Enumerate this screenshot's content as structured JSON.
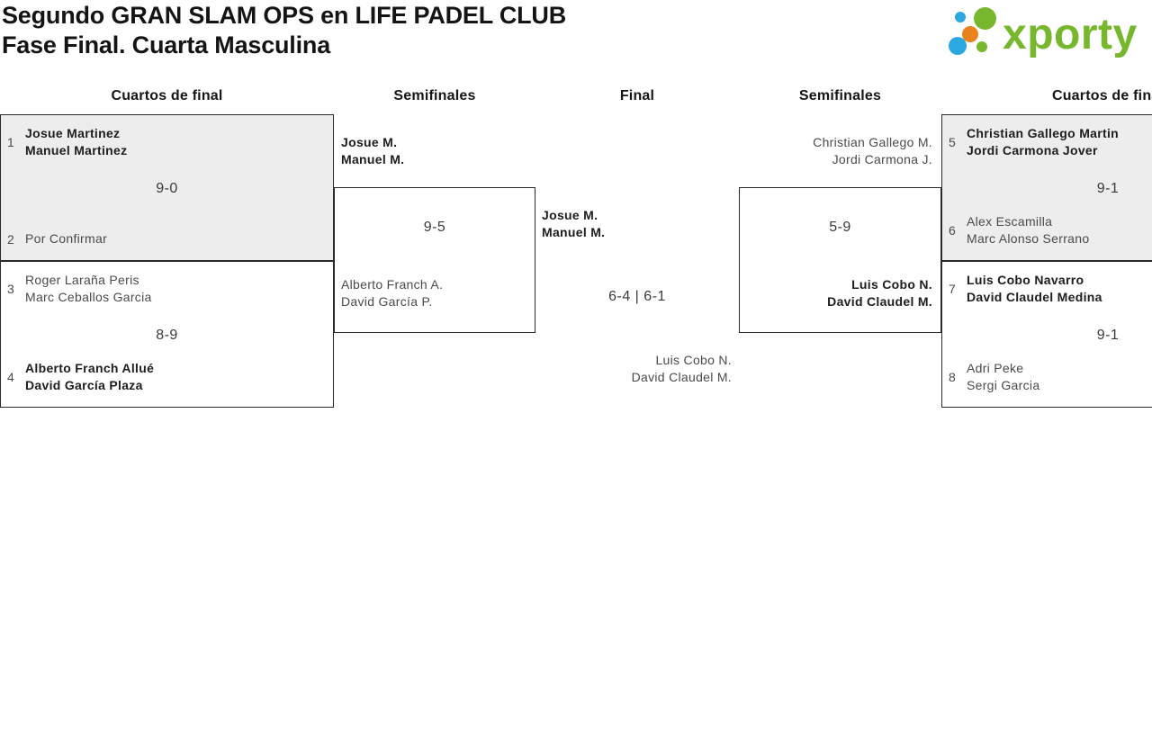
{
  "title": {
    "line1": "Segundo GRAN SLAM OPS en LIFE PADEL CLUB",
    "line2": "Fase Final. Cuarta Masculina"
  },
  "logo": {
    "text": "xporty"
  },
  "colors": {
    "logo_green": "#76b72e",
    "logo_blue": "#2aa8df",
    "logo_orange": "#e8821c",
    "box_fill_gray": "#ededed",
    "box_border": "#2a2a2a"
  },
  "headers": [
    "Cuartos de final",
    "Semifinales",
    "Final",
    "Semifinales",
    "Cuartos de final"
  ],
  "bracket": {
    "qf_left_top": {
      "seed_top": "1",
      "team_top_1": "Josue Martinez",
      "team_top_2": "Manuel Martinez",
      "score": "9-0",
      "seed_bottom": "2",
      "team_bottom_1": "Por Confirmar",
      "team_bottom_2": ""
    },
    "qf_left_bottom": {
      "seed_top": "3",
      "team_top_1": "Roger Laraña Peris",
      "team_top_2": "Marc Ceballos Garcia",
      "score": "8-9",
      "seed_bottom": "4",
      "team_bottom_1": "Alberto Franch Allué",
      "team_bottom_2": "David García Plaza"
    },
    "sf_left": {
      "team_top_1": "Josue M.",
      "team_top_2": "Manuel M.",
      "score": "9-5",
      "team_bottom_1": "Alberto Franch A.",
      "team_bottom_2": "David García P."
    },
    "final": {
      "team_top_1": "Josue M.",
      "team_top_2": "Manuel M.",
      "score": "6-4 | 6-1",
      "team_bottom_1": "Luis Cobo N.",
      "team_bottom_2": "David Claudel M."
    },
    "sf_right": {
      "team_top_1": "Christian Gallego M.",
      "team_top_2": "Jordi Carmona J.",
      "score": "5-9",
      "team_bottom_1": "Luis Cobo N.",
      "team_bottom_2": "David Claudel M."
    },
    "qf_right_top": {
      "seed_top": "5",
      "team_top_1": "Christian Gallego Martin",
      "team_top_2": "Jordi Carmona Jover",
      "score": "9-1",
      "seed_bottom": "6",
      "team_bottom_1": "Alex Escamilla",
      "team_bottom_2": "Marc Alonso Serrano"
    },
    "qf_right_bottom": {
      "seed_top": "7",
      "team_top_1": "Luis Cobo Navarro",
      "team_top_2": "David Claudel Medina",
      "score": "9-1",
      "seed_bottom": "8",
      "team_bottom_1": "Adri Peke",
      "team_bottom_2": "Sergi Garcia"
    }
  }
}
